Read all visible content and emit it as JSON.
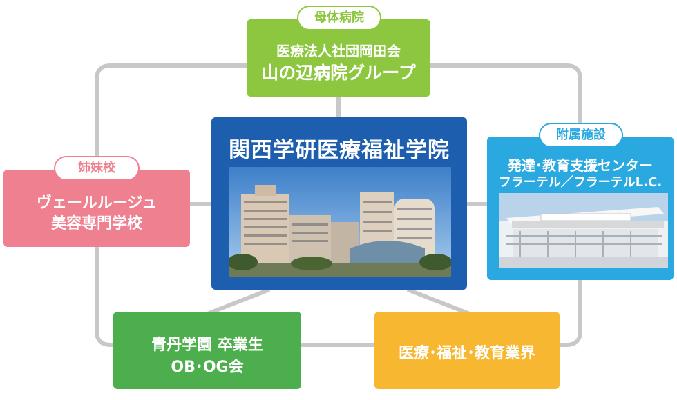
{
  "diagram": {
    "colors": {
      "connector": "#c8c8c8",
      "top": "#8dc63f",
      "center": "#1d5fae",
      "right": "#2aa8e0",
      "left": "#ee8090",
      "bottom_left": "#4cae4c",
      "bottom_right": "#f7b731"
    },
    "top": {
      "tag": "母体病院",
      "line1": "医療法人社団岡田会",
      "line2": "山の辺病院グループ"
    },
    "center": {
      "title": "関西学研医療福祉学院",
      "photo": "building-photo"
    },
    "right": {
      "tag": "附属施設",
      "line1": "発達･教育支援センター",
      "line2": "フラーテル／フラーテルL.C.",
      "photo": "facility-photo"
    },
    "left": {
      "tag": "姉妹校",
      "line1": "ヴェールルージュ",
      "line2": "美容専門学校"
    },
    "bottom_left": {
      "line1": "青丹学園 卒業生",
      "line2": "OB･OG会"
    },
    "bottom_right": {
      "line1": "医療･福祉･教育業界"
    }
  }
}
